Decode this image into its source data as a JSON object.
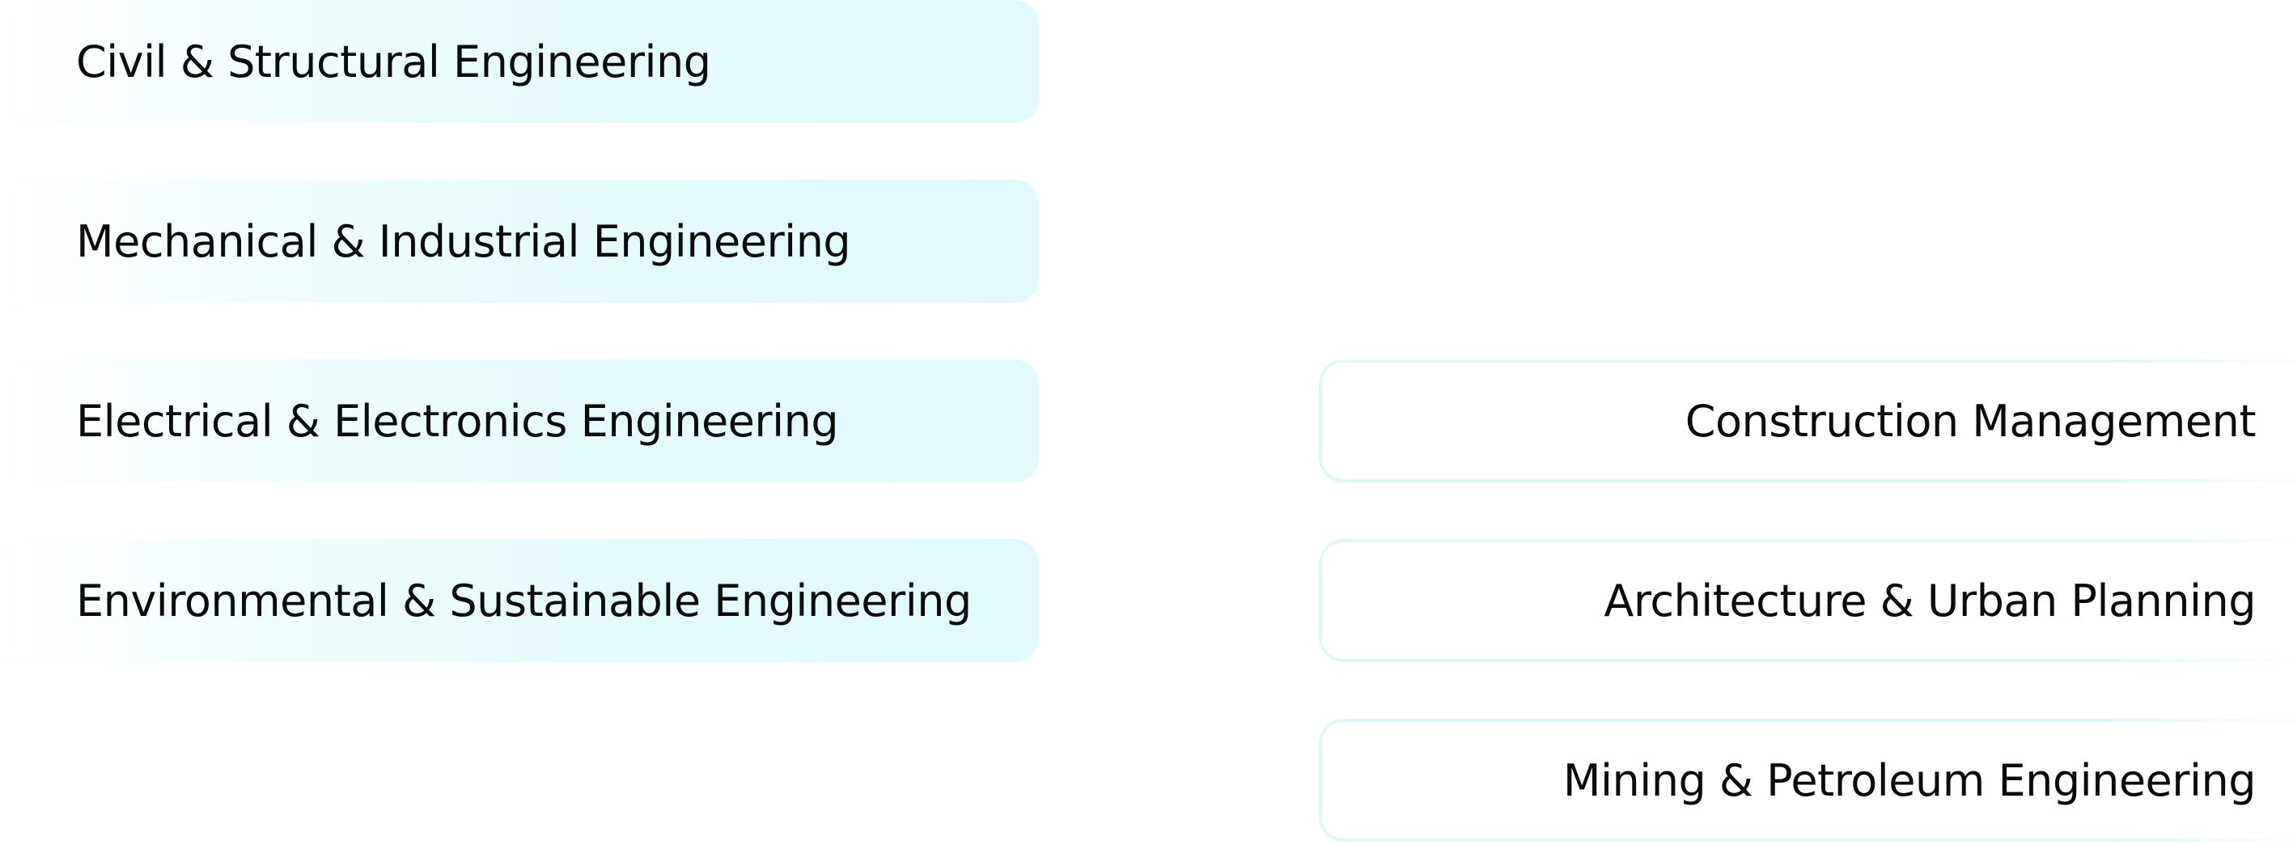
{
  "left_column": {
    "items": [
      {
        "label": "Civil & Structural Engineering"
      },
      {
        "label": "Mechanical & Industrial Engineering"
      },
      {
        "label": "Electrical & Electronics Engineering"
      },
      {
        "label": "Environmental & Sustainable Engineering"
      }
    ]
  },
  "right_column": {
    "items": [
      {
        "label": "Construction Management"
      },
      {
        "label": "Architecture & Urban Planning"
      },
      {
        "label": "Mining & Petroleum Engineering"
      }
    ]
  },
  "colors": {
    "pill_fill": "#e0fafb",
    "pill_border": "#dff7f9",
    "text": "#0b0b0b"
  }
}
